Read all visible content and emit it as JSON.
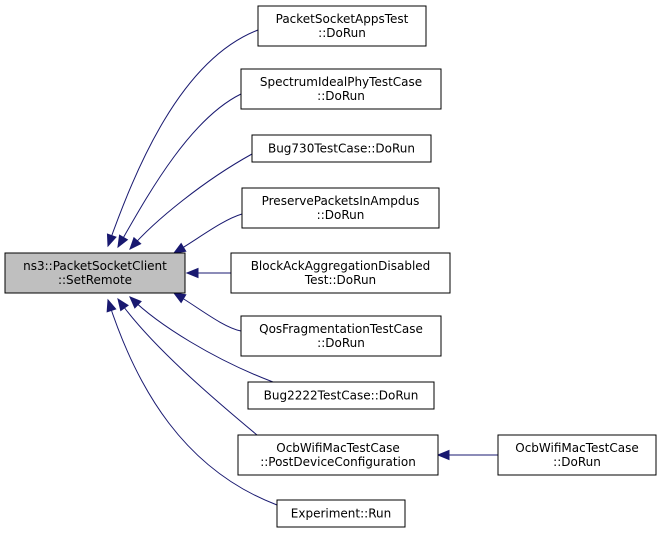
{
  "graph": {
    "edge_color": "#191970",
    "root": {
      "id": "root",
      "lines": [
        "ns3::PacketSocketClient",
        "::SetRemote"
      ],
      "fill": "#bfbfbf"
    },
    "nodes": [
      {
        "id": "n1",
        "lines": [
          "PacketSocketAppsTest",
          "::DoRun"
        ]
      },
      {
        "id": "n2",
        "lines": [
          "SpectrumIdealPhyTestCase",
          "::DoRun"
        ]
      },
      {
        "id": "n3",
        "lines": [
          "Bug730TestCase::DoRun"
        ]
      },
      {
        "id": "n4",
        "lines": [
          "PreservePacketsInAmpdus",
          "::DoRun"
        ]
      },
      {
        "id": "n5",
        "lines": [
          "BlockAckAggregationDisabled",
          "Test::DoRun"
        ]
      },
      {
        "id": "n6",
        "lines": [
          "QosFragmentationTestCase",
          "::DoRun"
        ]
      },
      {
        "id": "n7",
        "lines": [
          "Bug2222TestCase::DoRun"
        ]
      },
      {
        "id": "n8",
        "lines": [
          "OcbWifiMacTestCase",
          "::PostDeviceConfiguration"
        ]
      },
      {
        "id": "n9",
        "lines": [
          "Experiment::Run"
        ]
      },
      {
        "id": "n10",
        "lines": [
          "OcbWifiMacTestCase",
          "::DoRun"
        ]
      }
    ],
    "edges": [
      {
        "from": "n1",
        "to": "root"
      },
      {
        "from": "n2",
        "to": "root"
      },
      {
        "from": "n3",
        "to": "root"
      },
      {
        "from": "n4",
        "to": "root"
      },
      {
        "from": "n5",
        "to": "root"
      },
      {
        "from": "n6",
        "to": "root"
      },
      {
        "from": "n7",
        "to": "root"
      },
      {
        "from": "n8",
        "to": "root"
      },
      {
        "from": "n9",
        "to": "root"
      },
      {
        "from": "n10",
        "to": "n8"
      }
    ]
  }
}
